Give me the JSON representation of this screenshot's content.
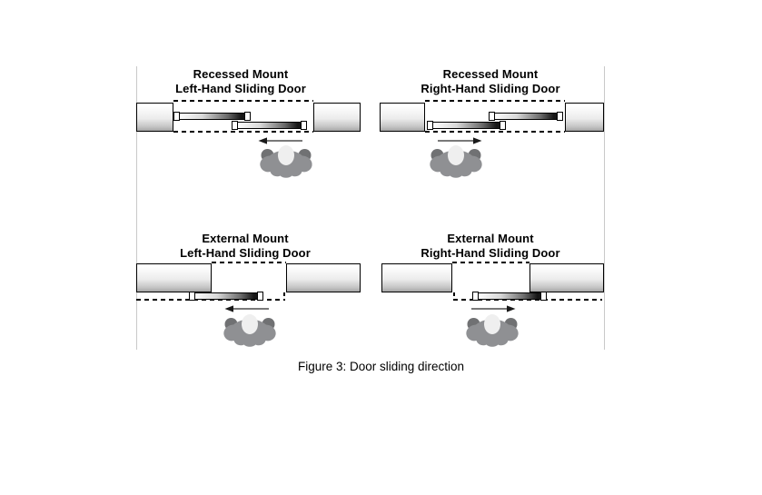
{
  "figure": {
    "caption": "Figure 3: Door sliding direction",
    "panels": [
      {
        "id": "recessed-left",
        "title_line1": "Recessed Mount",
        "title_line2": "Left-Hand Sliding Door",
        "mount": "recessed",
        "slide_direction": "left"
      },
      {
        "id": "recessed-right",
        "title_line1": "Recessed Mount",
        "title_line2": "Right-Hand Sliding Door",
        "mount": "recessed",
        "slide_direction": "right"
      },
      {
        "id": "external-left",
        "title_line1": "External Mount",
        "title_line2": "Left-Hand Sliding Door",
        "mount": "external",
        "slide_direction": "left"
      },
      {
        "id": "external-right",
        "title_line1": "External Mount",
        "title_line2": "Right-Hand Sliding Door",
        "mount": "external",
        "slide_direction": "right"
      }
    ]
  },
  "colors": {
    "ink": "#000000",
    "rule": "#c9c9c9",
    "wall-top": "#ffffff",
    "wall-mid": "#ececec",
    "wall-bottom": "#a6a6a6",
    "door-light": "#fbfbfb",
    "door-dark": "#161616",
    "arrow-line": "#4d4d4d",
    "arrow-head": "#1a1a1a",
    "person-body": "#8f9093",
    "person-hands": "#707173",
    "person-head": "#efefef"
  }
}
